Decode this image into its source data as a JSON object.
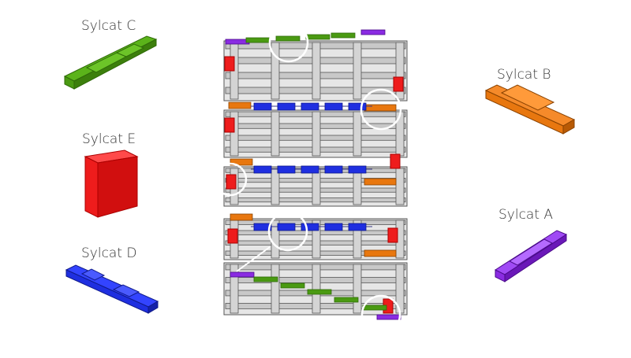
{
  "parts": {
    "C": {
      "label": "Sylcat C",
      "color": "#4a9a12"
    },
    "B": {
      "label": "Sylcat B",
      "color": "#e8770f"
    },
    "E": {
      "label": "Sylcat E",
      "color": "#ee1c1c"
    },
    "A": {
      "label": "Sylcat A",
      "color": "#8a2be2"
    },
    "D": {
      "label": "Sylcat D",
      "color": "#1f2fe0"
    }
  },
  "pallet": {
    "board_color": "#c8c8c8",
    "board_edge_color": "#555555"
  },
  "highlight_color": "#ffffff"
}
